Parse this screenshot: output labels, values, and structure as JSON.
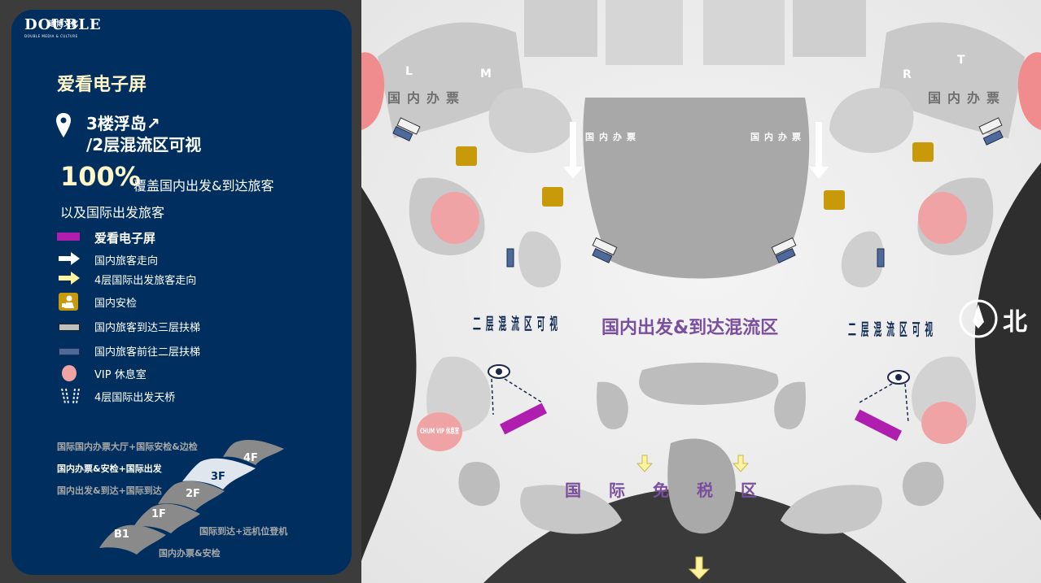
{
  "brand": {
    "logo_text": "DOUBLE",
    "logo_cn": "道博文化",
    "logo_sub": "DOUBLE MEDIA & CULTURE"
  },
  "panel": {
    "title": "爱看电子屏",
    "location_line1": "3楼浮岛↗",
    "location_line2": "/2层混流区可视",
    "coverage_percent": "100%",
    "coverage_text": "覆盖国内出发&到达旅客",
    "coverage_text2": "以及国际出发旅客"
  },
  "legend": [
    {
      "label": "爱看电子屏",
      "icon": "purple-screen-bar"
    },
    {
      "label": "国内旅客走向",
      "icon": "white-arrow"
    },
    {
      "label": "4层国际出发旅客走向",
      "icon": "yellow-arrow"
    },
    {
      "label": "国内安检",
      "icon": "security-check-icon"
    },
    {
      "label": "国内旅客到达三层扶梯",
      "icon": "grey-escalator"
    },
    {
      "label": "国内旅客前往二层扶梯",
      "icon": "navy-escalator"
    },
    {
      "label": "VIP 休息室",
      "icon": "pink-lounge"
    },
    {
      "label": "4层国际出发天桥",
      "icon": "bridge-dashes"
    }
  ],
  "floors": {
    "labels": [
      "国际国内办票大厅+国际安检&边检",
      "国内办票&安检+国际出发",
      "国内出发&到达+国际到达",
      "国际到达+远机位登机",
      "国内办票&安检"
    ],
    "badges": [
      "4F",
      "3F",
      "2F",
      "1F",
      "B1"
    ]
  },
  "map": {
    "checkin_left": "国内办票",
    "checkin_right": "国内办票",
    "checkin_center_left": "国内办票",
    "checkin_center_right": "国内办票",
    "counter_letters": [
      "L",
      "M",
      "R",
      "T"
    ],
    "visible_left": "二层混流区可视",
    "visible_right": "二层混流区可视",
    "mixed_zone": "国内出发&到达混流区",
    "duty_free": "国际免税区",
    "lounge_chum": "CHUM VIP 休息室",
    "north": "北",
    "colors": {
      "screen": "#b01eb0",
      "lounge": "#f0a3a5",
      "label_purple": "#7a4f9e",
      "navy": "#0e2a52",
      "counter_pink": "#f08c8e"
    }
  }
}
